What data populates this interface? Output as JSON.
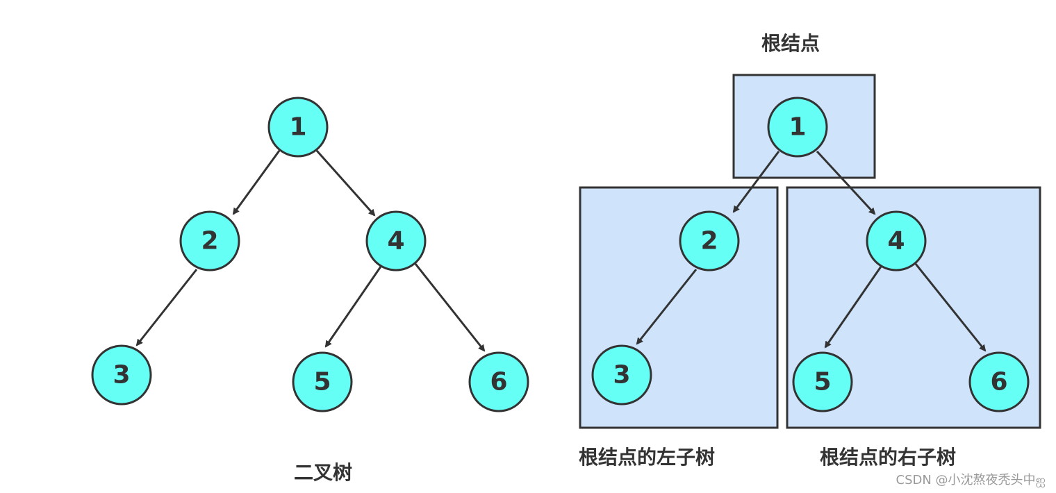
{
  "colors": {
    "node_fill": "#66fff6",
    "stroke": "#333333",
    "region_fill": "#cfe3fb",
    "watermark": "#9a9a9a"
  },
  "left_tree": {
    "caption": "二叉树",
    "nodes": [
      "1",
      "2",
      "4",
      "3",
      "5",
      "6"
    ]
  },
  "right_tree": {
    "root_caption": "根结点",
    "left_subtree_caption": "根结点的左子树",
    "right_subtree_caption": "根结点的右子树",
    "nodes": [
      "1",
      "2",
      "4",
      "3",
      "5",
      "6"
    ]
  },
  "watermark": "CSDN @小沈熬夜秃头中ஐ"
}
